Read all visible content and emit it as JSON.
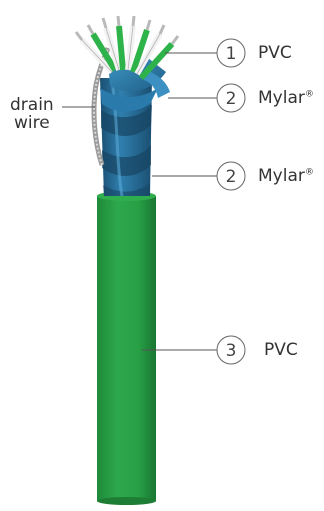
{
  "diagram": {
    "callouts": [
      {
        "number": "1",
        "label": "PVC",
        "registered": false
      },
      {
        "number": "2",
        "label": "Mylar",
        "registered": true
      },
      {
        "number": "2",
        "label": "Mylar",
        "registered": true
      },
      {
        "number": "3",
        "label": "PVC",
        "registered": false
      }
    ],
    "drain_wire_lines": [
      "drain",
      "wire"
    ],
    "registered_mark": "®",
    "colors": {
      "jacket_green": "#27a046",
      "jacket_dark": "#1d7d34",
      "shield_blue": "#2f7fae",
      "shield_dark": "#1b4f72",
      "conductor_green": "#2db34a",
      "conductor_white": "#f2f2f2",
      "copper_silver": "#b9b9b9",
      "leader_line": "#555555"
    }
  }
}
